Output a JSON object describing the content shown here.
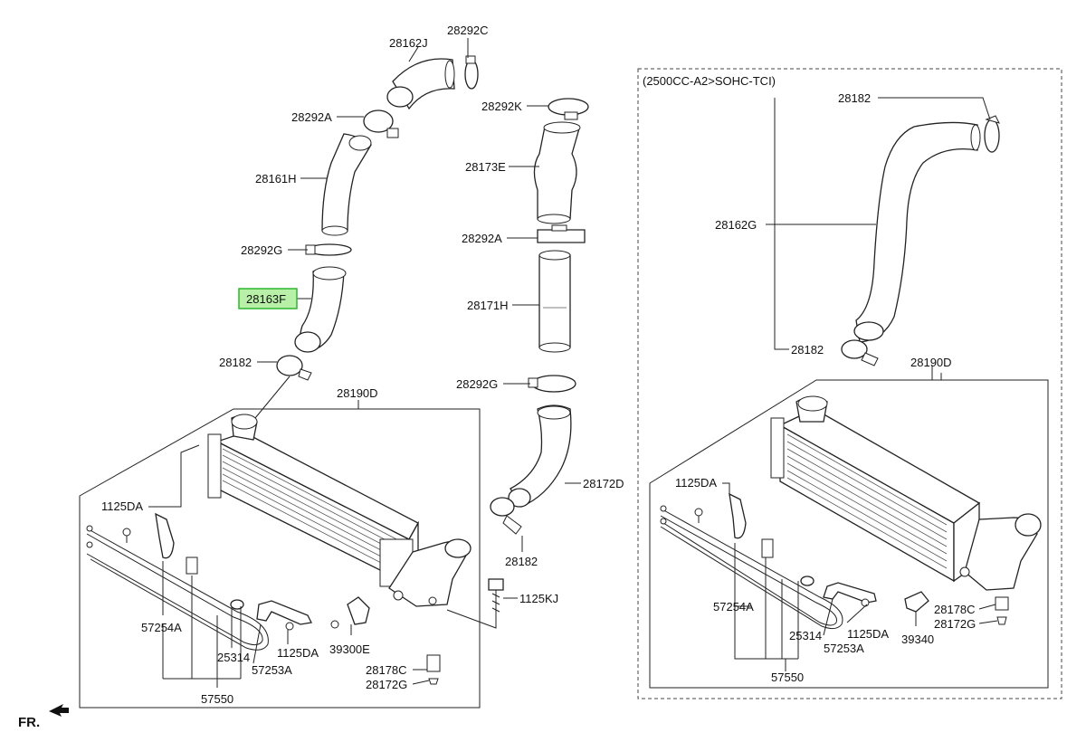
{
  "diagram": {
    "variant_caption": "(2500CC-A2>SOHC-TCI)",
    "direction_marker": "FR.",
    "highlighted_part": "28163F",
    "highlight_color": "#b8f0a8",
    "labels": {
      "p28162J": "28162J",
      "p28292C": "28292C",
      "p28292A_top": "28292A",
      "p28161H": "28161H",
      "p28292G_left": "28292G",
      "p28163F": "28163F",
      "p28182_left": "28182",
      "p28190D_left": "28190D",
      "p28292K": "28292K",
      "p28173E": "28173E",
      "p28292A_mid": "28292A",
      "p28171H": "28171H",
      "p28292G_mid": "28292G",
      "p28172D": "28172D",
      "p28182_mid": "28182",
      "p1125KJ": "1125KJ",
      "p1125DA_left": "1125DA",
      "p57254A_left": "57254A",
      "p25314_left": "25314",
      "p1125DA_left2": "1125DA",
      "p57253A_left": "57253A",
      "p39300E": "39300E",
      "p28178C_left": "28178C",
      "p28172G_left": "28172G",
      "p57550_left": "57550",
      "p28182_right_top": "28182",
      "p28162G": "28162G",
      "p28182_right": "28182",
      "p28190D_right": "28190D",
      "p1125DA_right": "1125DA",
      "p57254A_right": "57254A",
      "p25314_right": "25314",
      "p1125DA_right2": "1125DA",
      "p57253A_right": "57253A",
      "p39340": "39340",
      "p28178C_right": "28178C",
      "p28172G_right": "28172G",
      "p57550_right": "57550"
    }
  }
}
